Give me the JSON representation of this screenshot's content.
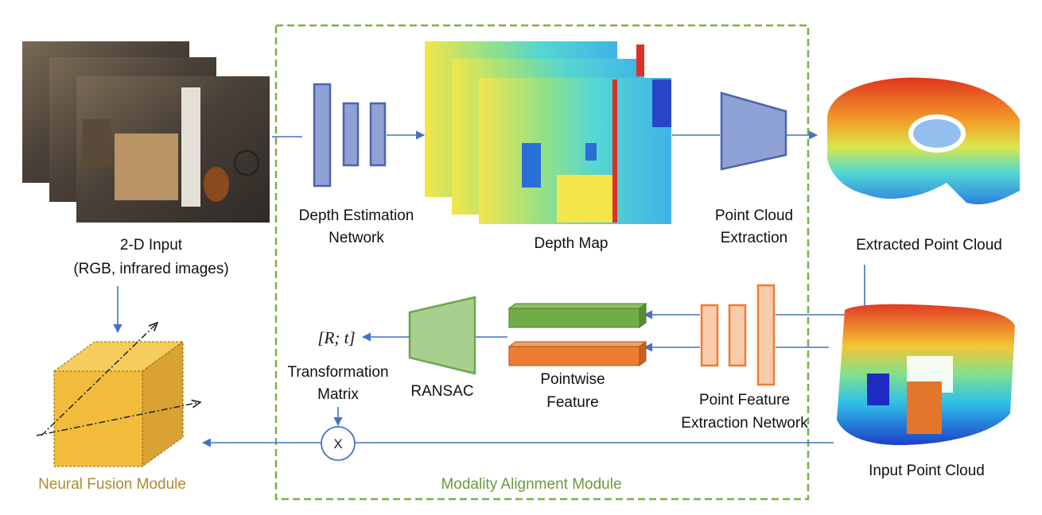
{
  "labels": {
    "input_2d_line1": "2-D Input",
    "input_2d_line2": "(RGB, infrared images)",
    "depth_net_line1": "Depth Estimation",
    "depth_net_line2": "Network",
    "depth_map": "Depth Map",
    "pc_extraction_line1": "Point Cloud",
    "pc_extraction_line2": "Extraction",
    "extracted_pc": "Extracted Point Cloud",
    "rt": "[R; t]",
    "transform_line1": "Transformation",
    "transform_line2": "Matrix",
    "ransac": "RANSAC",
    "pointwise_line1": "Pointwise",
    "pointwise_line2": "Feature",
    "pf_net_line1": "Point Feature",
    "pf_net_line2": "Extraction Network",
    "multiply": "X",
    "input_pc": "Input Point Cloud",
    "neural_fusion": "Neural Fusion Module",
    "modality_alignment": "Modality Alignment Module"
  },
  "colors": {
    "arrow": "#4472c4",
    "dashed_border": "#7bb045",
    "encoder_fill": "#8ea2d6",
    "encoder_stroke": "#4a64b0",
    "ransac_fill": "#a9cf8e",
    "ransac_stroke": "#6aa84f",
    "feature_green": "#70ad47",
    "feature_orange": "#ed7d31",
    "pf_net_fill": "#f8cbad",
    "pf_net_stroke": "#ed7d31",
    "cube_fill": "#f2bb3c",
    "label_gold": "#b08a2e",
    "label_green": "#6a9a3a"
  }
}
